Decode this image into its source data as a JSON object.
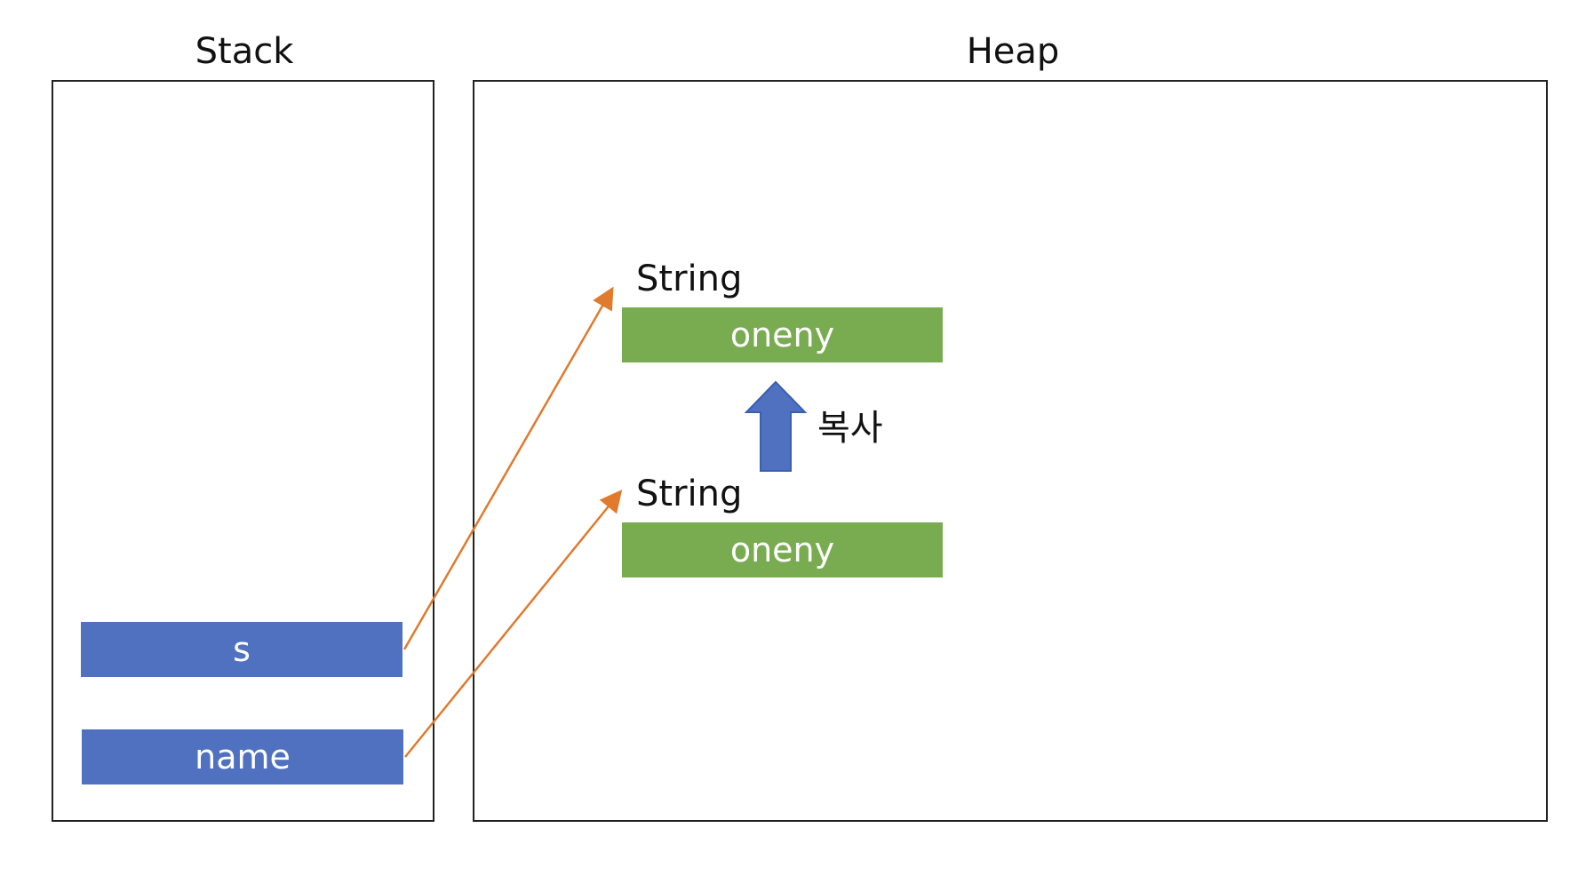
{
  "stack": {
    "title": "Stack",
    "variables": [
      "s",
      "name"
    ]
  },
  "heap": {
    "title": "Heap",
    "objects": [
      {
        "type": "String",
        "value": "oneny"
      },
      {
        "type": "String",
        "value": "oneny"
      }
    ],
    "copy_label": "복사"
  },
  "colors": {
    "variable_fill": "#4f71c0",
    "string_fill": "#79ac51",
    "pointer_arrow": "#e07a2d",
    "copy_arrow": "#4f71c0"
  }
}
